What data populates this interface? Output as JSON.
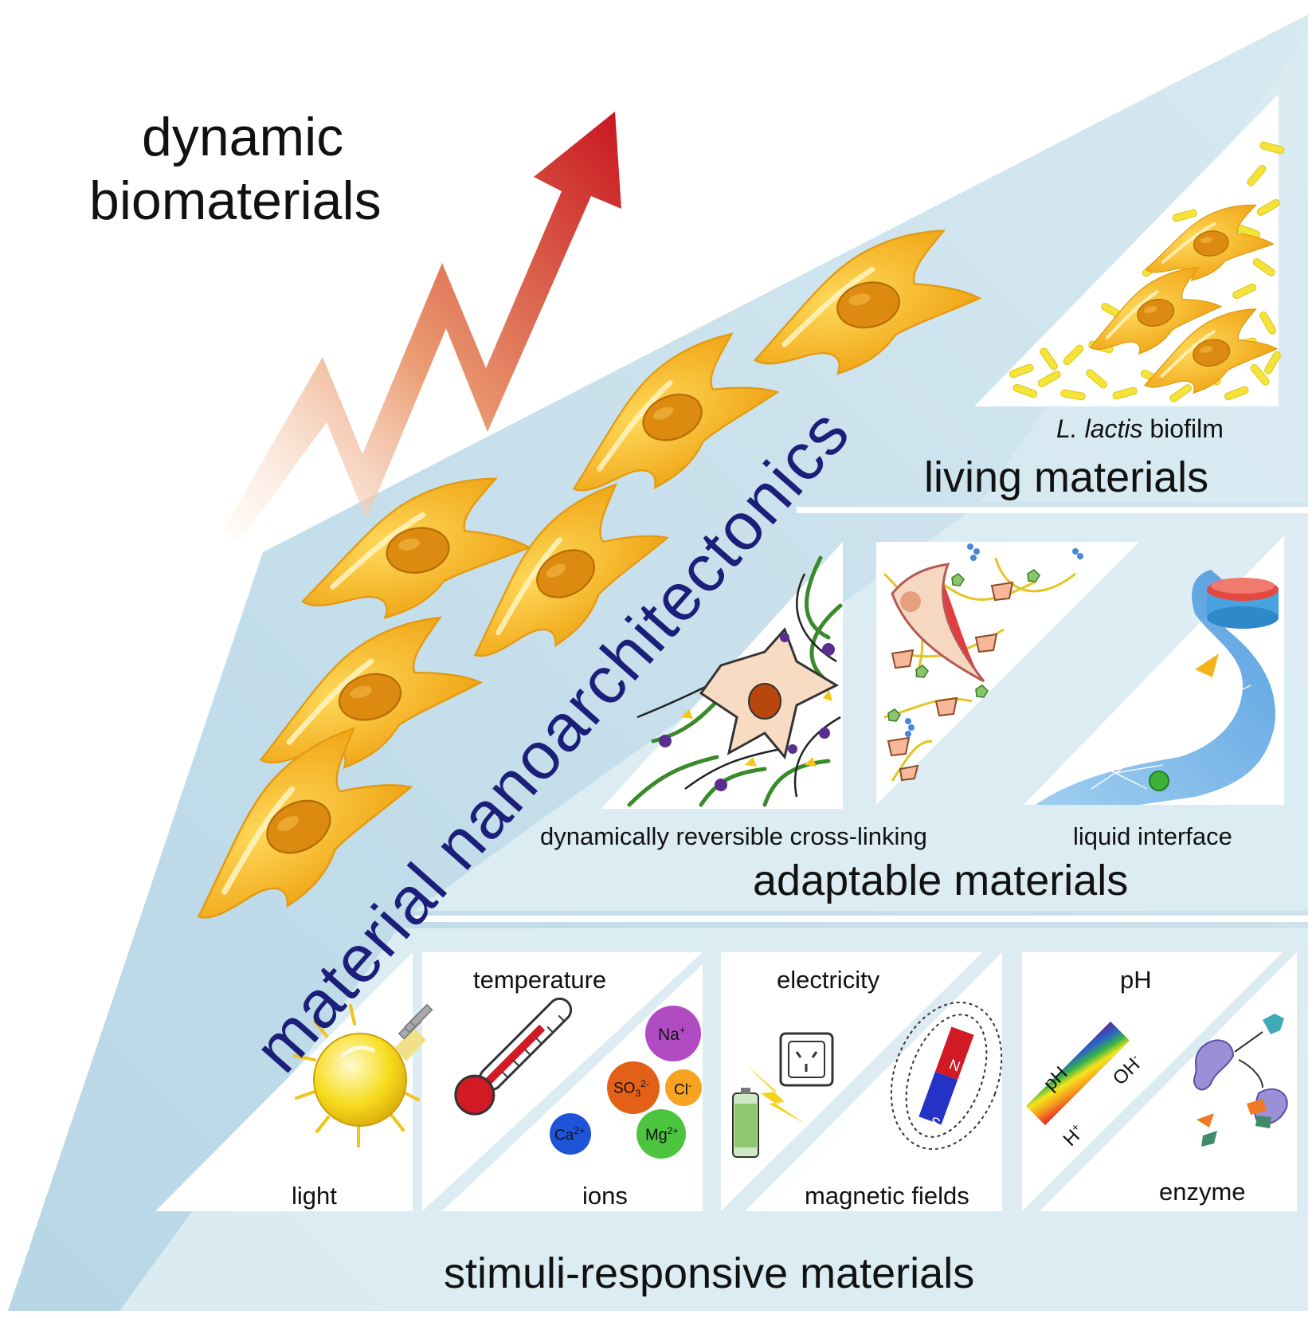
{
  "title": {
    "line1": "dynamic",
    "line2": "biomaterials"
  },
  "diagonal_label": "material nanoarchitectonics",
  "tiers": {
    "living": {
      "name": "living materials",
      "example_italic": "L. lactis",
      "example_rest": " biofilm"
    },
    "adaptable": {
      "name": "adaptable materials",
      "examples": [
        "dynamically reversible cross-linking",
        "liquid interface"
      ]
    },
    "stimuli": {
      "name": "stimuli-responsive materials",
      "stimuli": [
        "light",
        "temperature",
        "ions",
        "electricity",
        "magnetic fields",
        "pH",
        "enzyme"
      ]
    }
  },
  "ion_labels": {
    "na": "Na",
    "na_sup": "+",
    "so": "SO",
    "so_sub": "3",
    "so_sup": "2-",
    "cl": "Cl",
    "cl_sup": "-",
    "ca": "Ca",
    "ca_sup": "2+",
    "mg": "Mg",
    "mg_sup": "2+"
  },
  "ph_labels": {
    "ph": "pH",
    "oh": "OH",
    "oh_sup": "-",
    "h": "H",
    "h_sup": "+"
  },
  "magnet_labels": {
    "north": "N",
    "south": "S"
  },
  "colors": {
    "background": "#ffffff",
    "pyramid_blue": "#c9e1ec",
    "band_light": "#deedf3",
    "cell_yellow": "#f6b21a",
    "nucleus": "#dc8a10",
    "arrow_red": "#c8161e",
    "nano_text": "#1b1f7a"
  }
}
